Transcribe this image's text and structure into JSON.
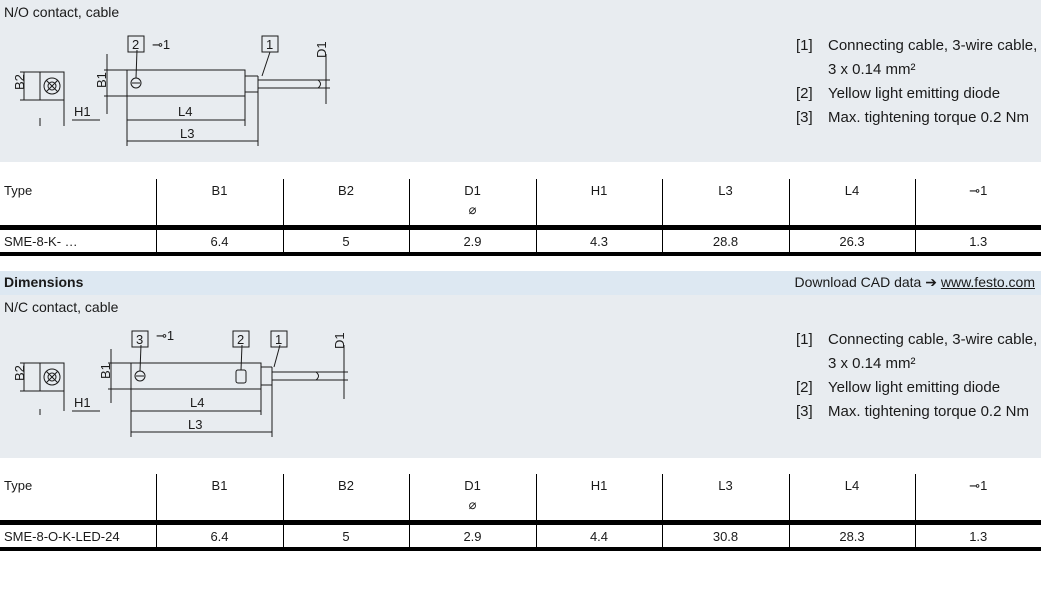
{
  "section1": {
    "title": "N/O contact, cable",
    "notes": [
      {
        "num": "[1]",
        "text": "Connecting cable, 3-wire cable, 3 x 0.14 mm²"
      },
      {
        "num": "[2]",
        "text": "Yellow light emitting diode"
      },
      {
        "num": "[3]",
        "text": "Max. tightening torque 0.2 Nm"
      }
    ],
    "table": {
      "headers": [
        "Type",
        "B1",
        "B2",
        "D1",
        "H1",
        "L3",
        "L4",
        "1"
      ],
      "d1_sub": "⌀",
      "row": [
        "SME-8-K- …",
        "6.4",
        "5",
        "2.9",
        "4.3",
        "28.8",
        "26.3",
        "1.3"
      ]
    }
  },
  "dims": {
    "label": "Dimensions",
    "download_text": "Download CAD data ➔",
    "link": "www.festo.com"
  },
  "section2": {
    "title": "N/C contact, cable",
    "notes": [
      {
        "num": "[1]",
        "text": "Connecting cable, 3-wire cable, 3 x 0.14 mm²"
      },
      {
        "num": "[2]",
        "text": "Yellow light emitting diode"
      },
      {
        "num": "[3]",
        "text": "Max. tightening torque 0.2 Nm"
      }
    ],
    "table": {
      "headers": [
        "Type",
        "B1",
        "B2",
        "D1",
        "H1",
        "L3",
        "L4",
        "1"
      ],
      "d1_sub": "⌀",
      "row": [
        "SME-8-O-K-LED-24",
        "6.4",
        "5",
        "2.9",
        "4.4",
        "30.8",
        "28.3",
        "1.3"
      ]
    }
  },
  "drawing_labels": {
    "b2": "B2",
    "b1": "B1",
    "h1": "H1",
    "l4": "L4",
    "l3": "L3",
    "d1": "D1",
    "c1": "1",
    "c2": "2",
    "c3": "3"
  }
}
